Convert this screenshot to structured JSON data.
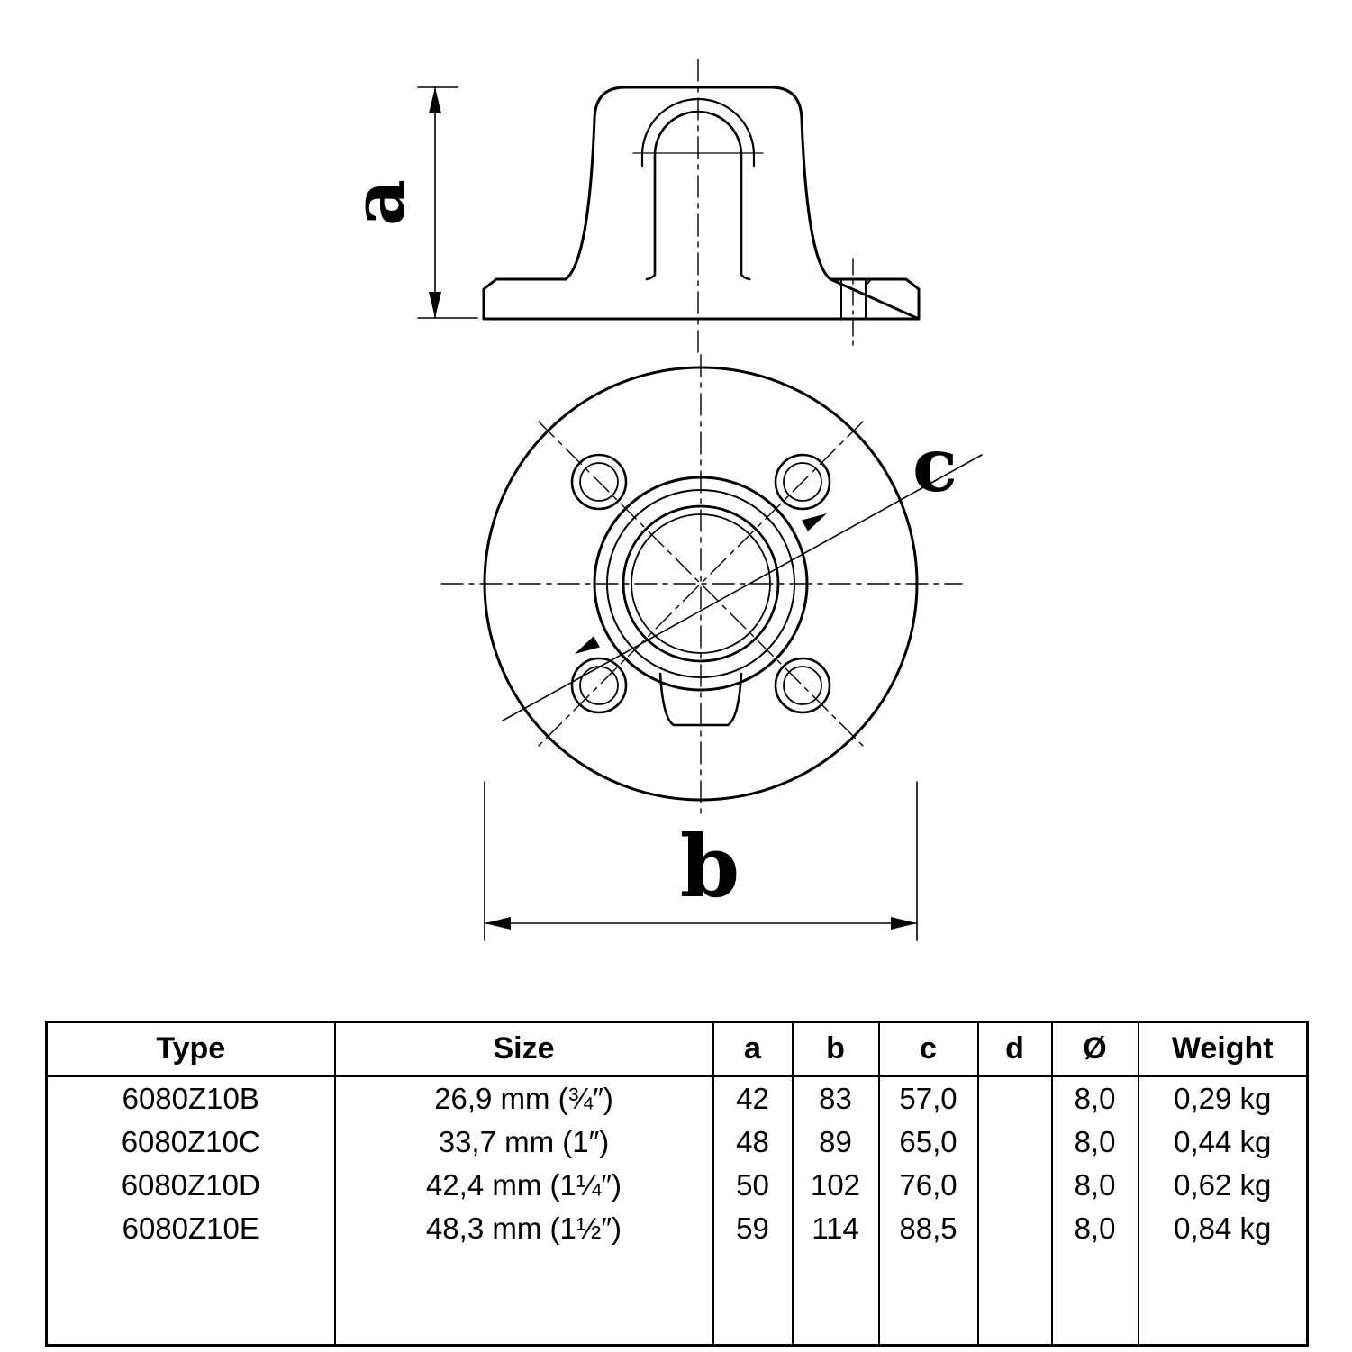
{
  "drawing": {
    "labels": {
      "a": "a",
      "b": "b",
      "c": "c"
    }
  },
  "table": {
    "headers": [
      "Type",
      "Size",
      "a",
      "b",
      "c",
      "d",
      "Ø",
      "Weight"
    ],
    "rows": [
      {
        "type": "6080Z10B",
        "size": "26,9 mm (¾″)",
        "a": "42",
        "b": "83",
        "c": "57,0",
        "d": "",
        "dia": "8,0",
        "weight": "0,29 kg"
      },
      {
        "type": "6080Z10C",
        "size": "33,7 mm (1″)",
        "a": "48",
        "b": "89",
        "c": "65,0",
        "d": "",
        "dia": "8,0",
        "weight": "0,44 kg"
      },
      {
        "type": "6080Z10D",
        "size": "42,4 mm (1¼″)",
        "a": "50",
        "b": "102",
        "c": "76,0",
        "d": "",
        "dia": "8,0",
        "weight": "0,62 kg"
      },
      {
        "type": "6080Z10E",
        "size": "48,3 mm (1½″)",
        "a": "59",
        "b": "114",
        "c": "88,5",
        "d": "",
        "dia": "8,0",
        "weight": "0,84 kg"
      }
    ]
  }
}
